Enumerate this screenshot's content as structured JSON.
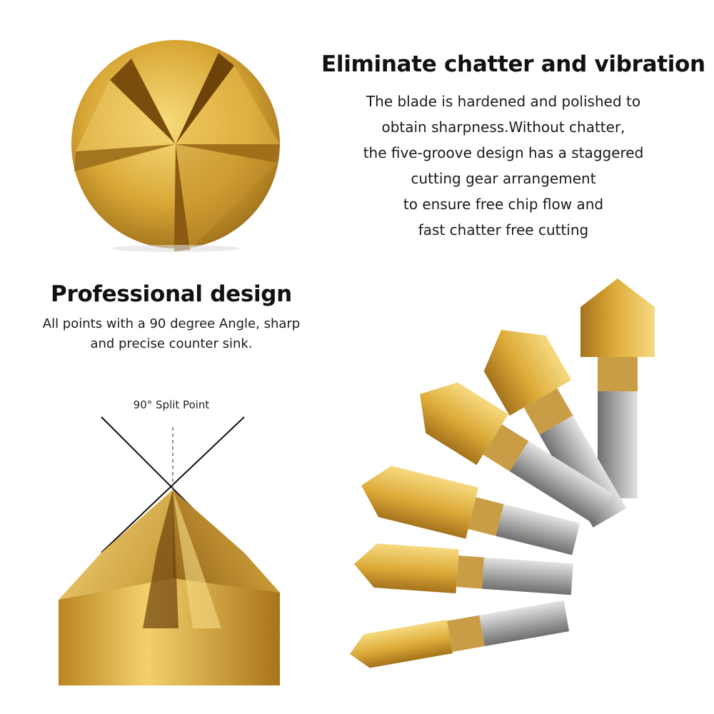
{
  "section_one": {
    "heading": "Eliminate chatter and vibration",
    "lines": [
      "The blade is hardened and polished to",
      "obtain sharpness.Without chatter,",
      "the five-groove design has a staggered",
      "cutting gear arrangement",
      "to ensure free chip flow and",
      "fast chatter free cutting"
    ]
  },
  "section_two": {
    "heading": "Professional design",
    "lines": [
      "All points with a 90 degree Angle, sharp",
      "and precise counter sink."
    ]
  },
  "diagram": {
    "label": "90° Split Point"
  },
  "colors": {
    "gold_light": "#f2cf6a",
    "gold_mid": "#d9a52c",
    "gold_dark": "#8a5a12",
    "steel_light": "#d8d8d8",
    "steel_dark": "#7c7c7c"
  }
}
